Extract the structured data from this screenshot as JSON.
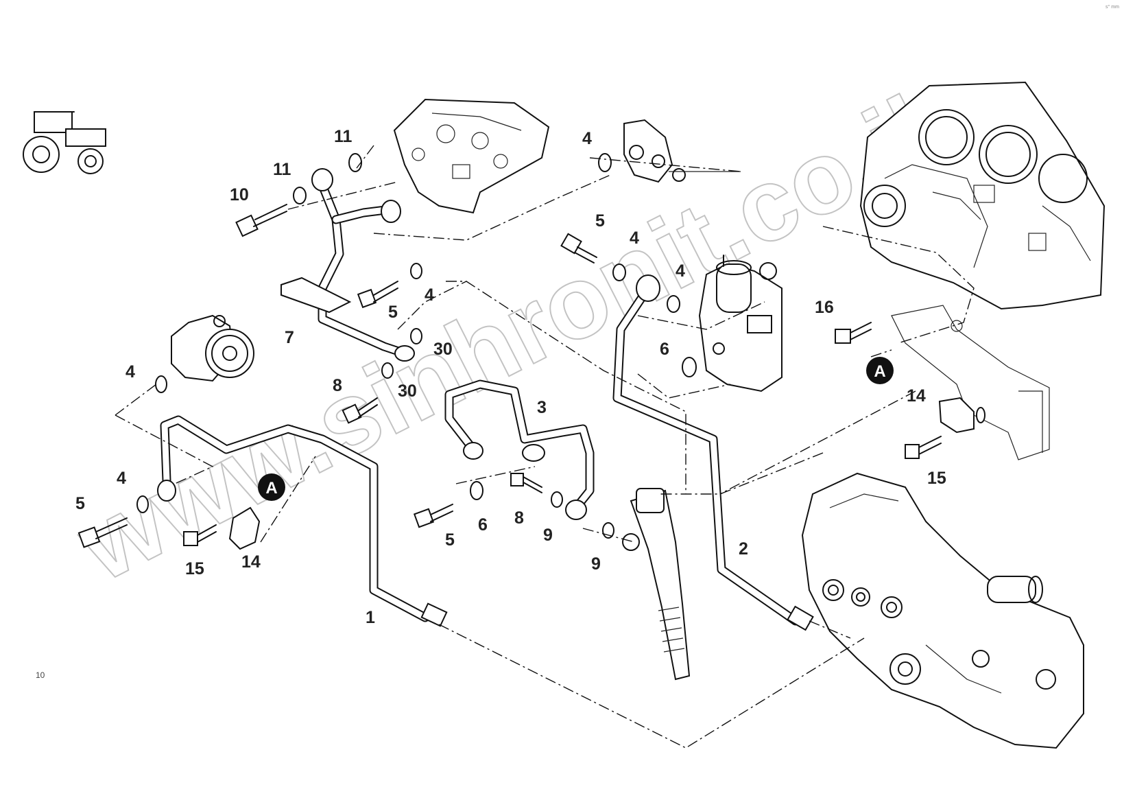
{
  "callouts": [
    {
      "id": "c11a",
      "text": "11"
    },
    {
      "id": "c11b",
      "text": "11"
    },
    {
      "id": "c10",
      "text": "10"
    },
    {
      "id": "c4a",
      "text": "4"
    },
    {
      "id": "c5a",
      "text": "5"
    },
    {
      "id": "c4b",
      "text": "4"
    },
    {
      "id": "c4c",
      "text": "4"
    },
    {
      "id": "c4d",
      "text": "4"
    },
    {
      "id": "c5b",
      "text": "5"
    },
    {
      "id": "c7",
      "text": "7"
    },
    {
      "id": "c30a",
      "text": "30"
    },
    {
      "id": "c6a",
      "text": "6"
    },
    {
      "id": "c16",
      "text": "16"
    },
    {
      "id": "c4e",
      "text": "4"
    },
    {
      "id": "c8a",
      "text": "8"
    },
    {
      "id": "c30b",
      "text": "30"
    },
    {
      "id": "c3",
      "text": "3"
    },
    {
      "id": "c14a",
      "text": "14"
    },
    {
      "id": "c15a",
      "text": "15"
    },
    {
      "id": "c4f",
      "text": "4"
    },
    {
      "id": "c5c",
      "text": "5"
    },
    {
      "id": "c6b",
      "text": "6"
    },
    {
      "id": "c8b",
      "text": "8"
    },
    {
      "id": "c9a",
      "text": "9"
    },
    {
      "id": "c5d",
      "text": "5"
    },
    {
      "id": "c9b",
      "text": "9"
    },
    {
      "id": "c15b",
      "text": "15"
    },
    {
      "id": "c14b",
      "text": "14"
    },
    {
      "id": "c2",
      "text": "2"
    },
    {
      "id": "c1",
      "text": "1"
    }
  ],
  "markers": {
    "a1": "A",
    "a2": "A"
  },
  "watermark": "www.sinhronit.co.il",
  "page_fragment": "10",
  "corner_note": "s° mm"
}
